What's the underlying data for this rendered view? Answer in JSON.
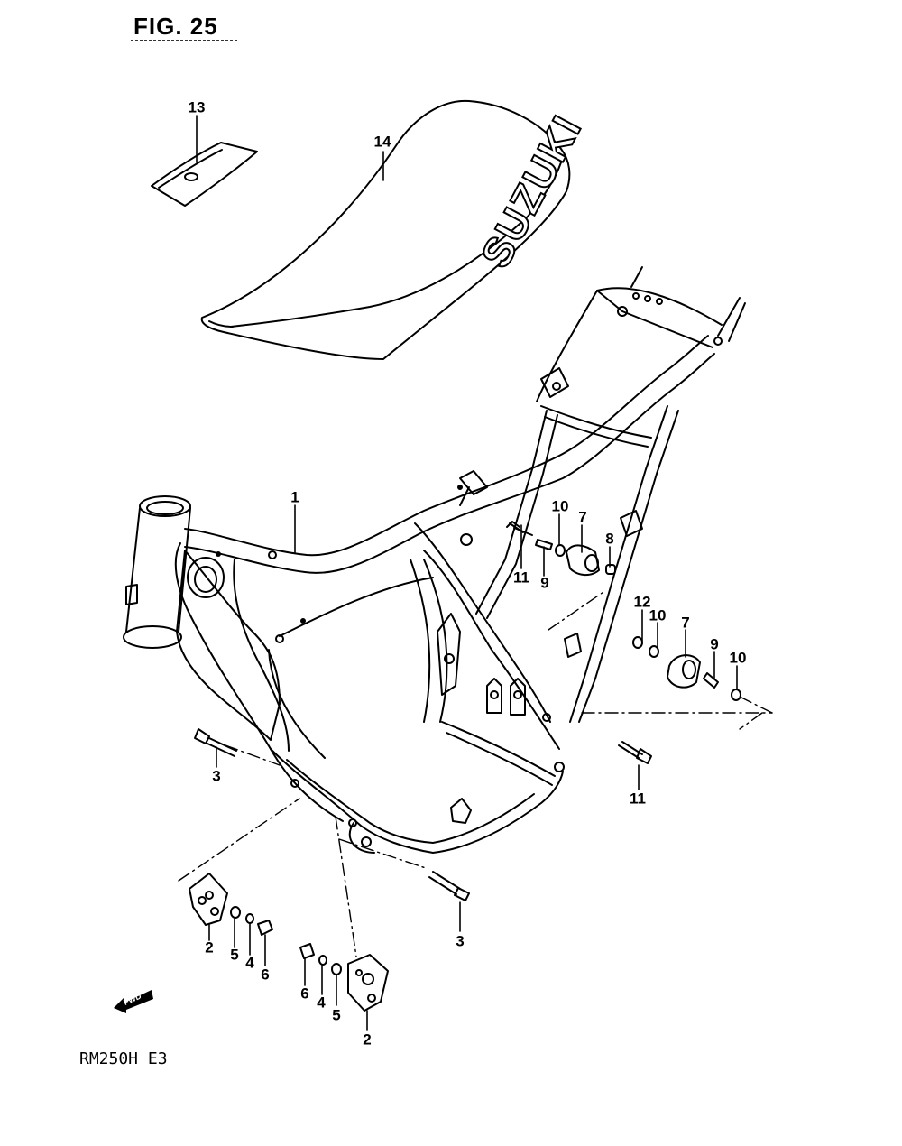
{
  "figure": {
    "title": "FIG. 25",
    "model_code": "RM250H E3"
  },
  "seat_brand": "SUZUKI",
  "direction_arrow": "FWD",
  "callouts": [
    {
      "id": "c13",
      "label": "13"
    },
    {
      "id": "c14",
      "label": "14"
    },
    {
      "id": "c1",
      "label": "1"
    },
    {
      "id": "c10a",
      "label": "10"
    },
    {
      "id": "c7a",
      "label": "7"
    },
    {
      "id": "c8",
      "label": "8"
    },
    {
      "id": "c11a",
      "label": "11"
    },
    {
      "id": "c9a",
      "label": "9"
    },
    {
      "id": "c12",
      "label": "12"
    },
    {
      "id": "c10b",
      "label": "10"
    },
    {
      "id": "c7b",
      "label": "7"
    },
    {
      "id": "c9b",
      "label": "9"
    },
    {
      "id": "c10c",
      "label": "10"
    },
    {
      "id": "c3a",
      "label": "3"
    },
    {
      "id": "c11b",
      "label": "11"
    },
    {
      "id": "c3b",
      "label": "3"
    },
    {
      "id": "c2a",
      "label": "2"
    },
    {
      "id": "c5a",
      "label": "5"
    },
    {
      "id": "c4a",
      "label": "4"
    },
    {
      "id": "c6a",
      "label": "6"
    },
    {
      "id": "c6b",
      "label": "6"
    },
    {
      "id": "c4b",
      "label": "4"
    },
    {
      "id": "c5b",
      "label": "5"
    },
    {
      "id": "c2b",
      "label": "2"
    }
  ]
}
